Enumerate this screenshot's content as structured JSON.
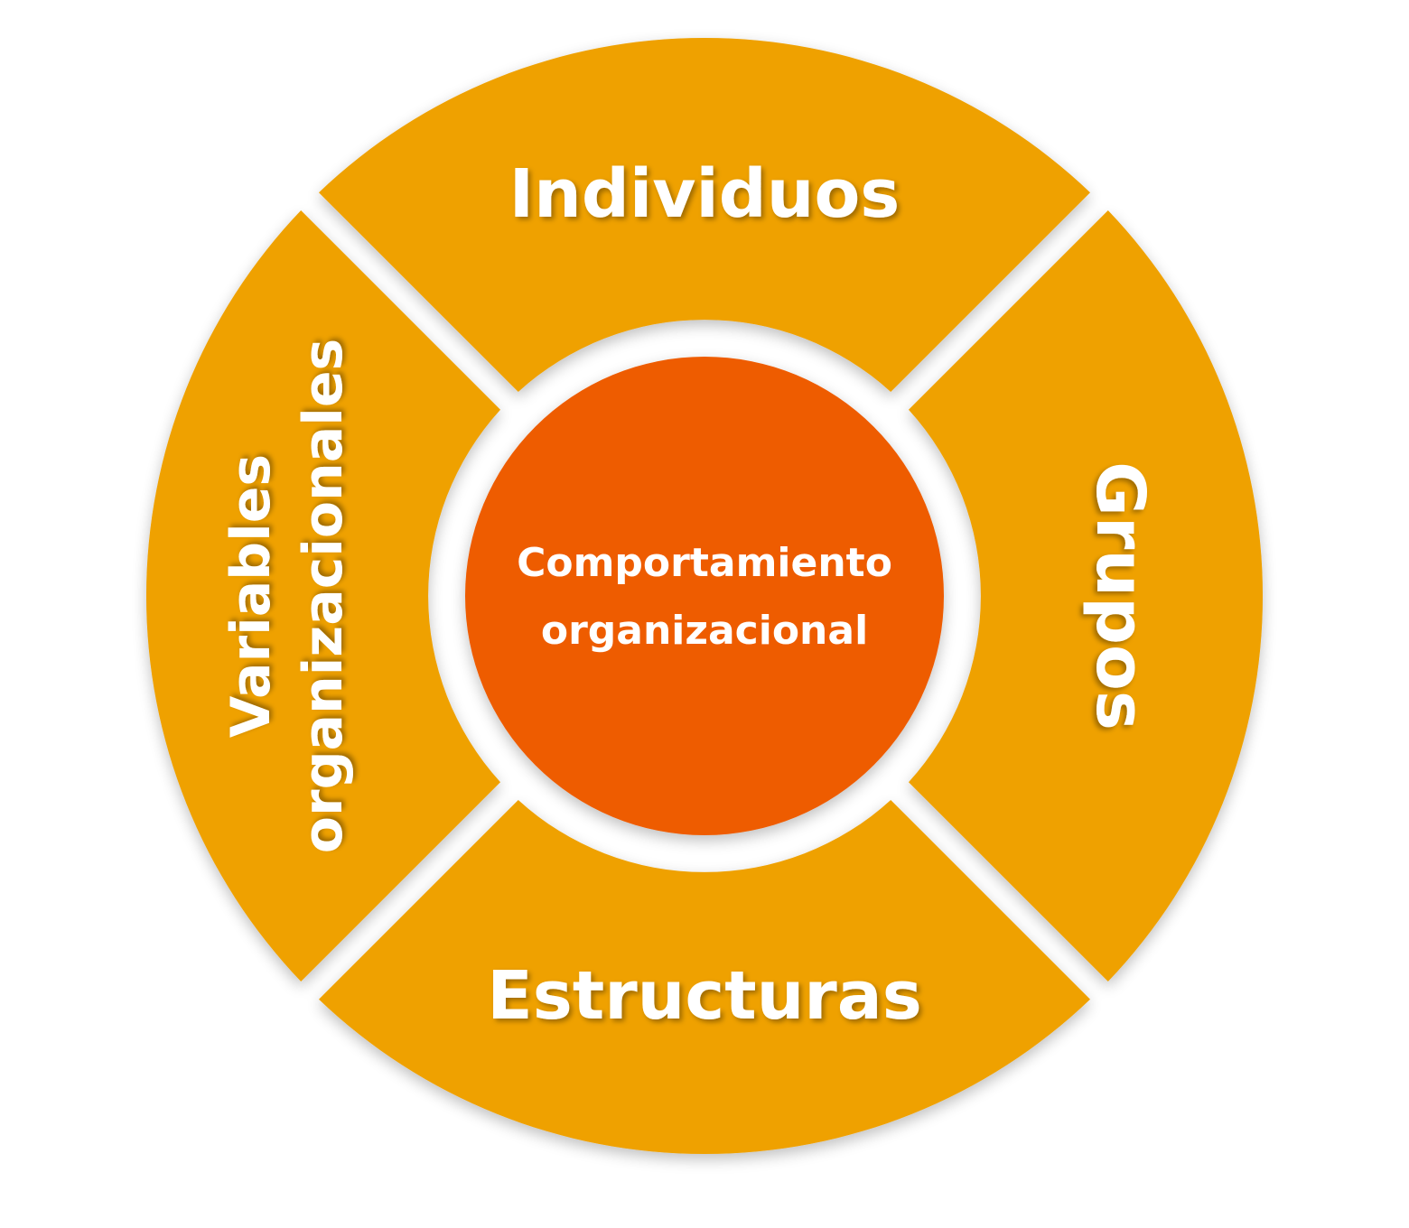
{
  "segments": {
    "top": "Individuos",
    "right": "Grupos",
    "bottom": "Estructuras",
    "left_line1": "Variables",
    "left_line2": "organizacionales"
  },
  "center": {
    "line1": "Comportamiento",
    "line2": "organizacional"
  },
  "colors": {
    "ring": "#EFA100",
    "center": "#EE5C00",
    "text": "#FFFFFF",
    "background": "#FFFFFF"
  }
}
